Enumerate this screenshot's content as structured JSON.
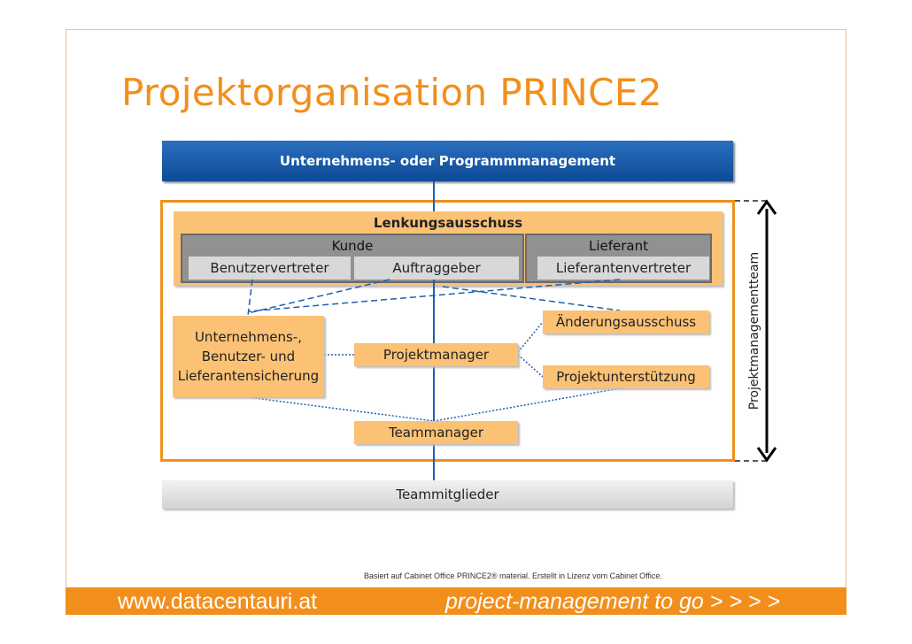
{
  "title": "Projektorganisation PRINCE2",
  "diagram": {
    "top_management": "Unternehmens- oder Programmmanagement",
    "steering_committee": "Lenkungsausschuss",
    "customer": "Kunde",
    "supplier": "Lieferant",
    "user_representative": "Benutzervertreter",
    "executive": "Auftraggeber",
    "supplier_representative": "Lieferantenvertreter",
    "assurance": "Unternehmens-, Benutzer- und Lieferantensicherung",
    "project_manager": "Projektmanager",
    "change_authority": "Änderungsausschuss",
    "project_support": "Projektunterstützung",
    "team_manager": "Teammanager",
    "team_members": "Teammitglieder",
    "pm_team_label": "Projektmanagementteam"
  },
  "footnote": "Basiert auf Cabinet Office PRINCE2® material. Erstellt in Lizenz vom Cabinet Office.",
  "footer": {
    "website": "www.datacentauri.at",
    "slogan": "project-management to go",
    "arrows": "> > > >"
  },
  "colors": {
    "accent_orange": "#f28f1c",
    "box_orange": "#fbc174",
    "top_blue": "#1a5ba8",
    "grey": "#919191"
  }
}
